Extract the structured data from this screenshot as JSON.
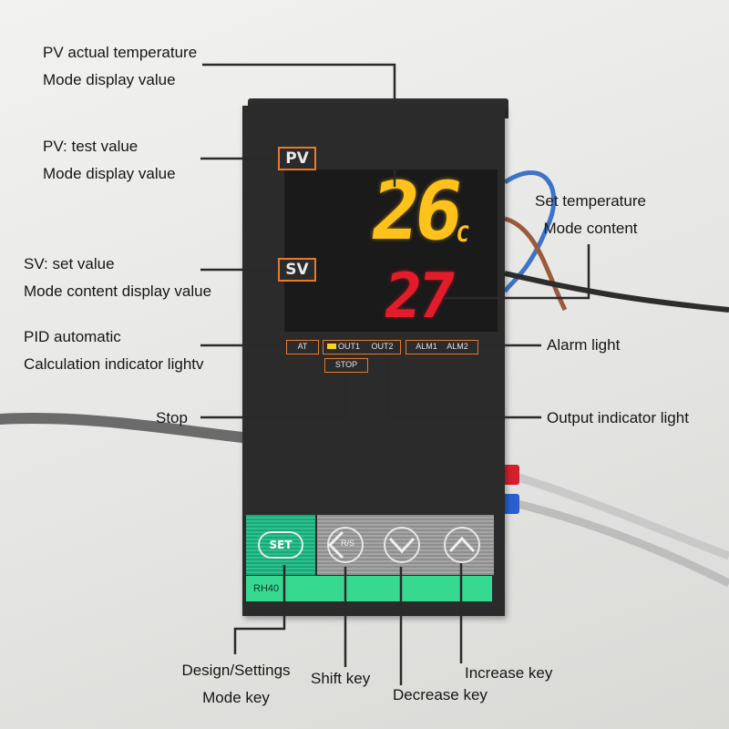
{
  "device": {
    "pv_tag": "PV",
    "sv_tag": "SV",
    "pv_value": "26",
    "unit": "°C",
    "sv_value": "27",
    "indicators": {
      "at": "AT",
      "out1": "OUT1",
      "out2": "OUT2",
      "alm1": "ALM1",
      "alm2": "ALM2",
      "stop": "STOP"
    },
    "keys": {
      "set": "SET",
      "shift": "R/S"
    },
    "model": "RH40"
  },
  "callouts": {
    "pv_actual": [
      "PV actual temperature",
      "Mode display value"
    ],
    "pv_test": [
      "PV: test value",
      "Mode display value"
    ],
    "sv_set": [
      "SV: set value",
      "Mode content display value"
    ],
    "pid": [
      "PID automatic",
      "Calculation indicator lightv"
    ],
    "stop": "Stop",
    "set_temp": [
      "Set temperature",
      "Mode content"
    ],
    "alarm": "Alarm light",
    "output": "Output indicator light",
    "design_key": [
      "Design/Settings",
      "Mode key"
    ],
    "shift_key": "Shift key",
    "decrease_key": "Decrease key",
    "increase_key": "Increase key"
  },
  "colors": {
    "leader_line": "#2a2a2a",
    "tag_border": "#e9792a",
    "pv_display": "#ffc21a",
    "sv_display": "#e41b2b",
    "set_key": "#2ec08f",
    "label_strip": "#37d991"
  }
}
